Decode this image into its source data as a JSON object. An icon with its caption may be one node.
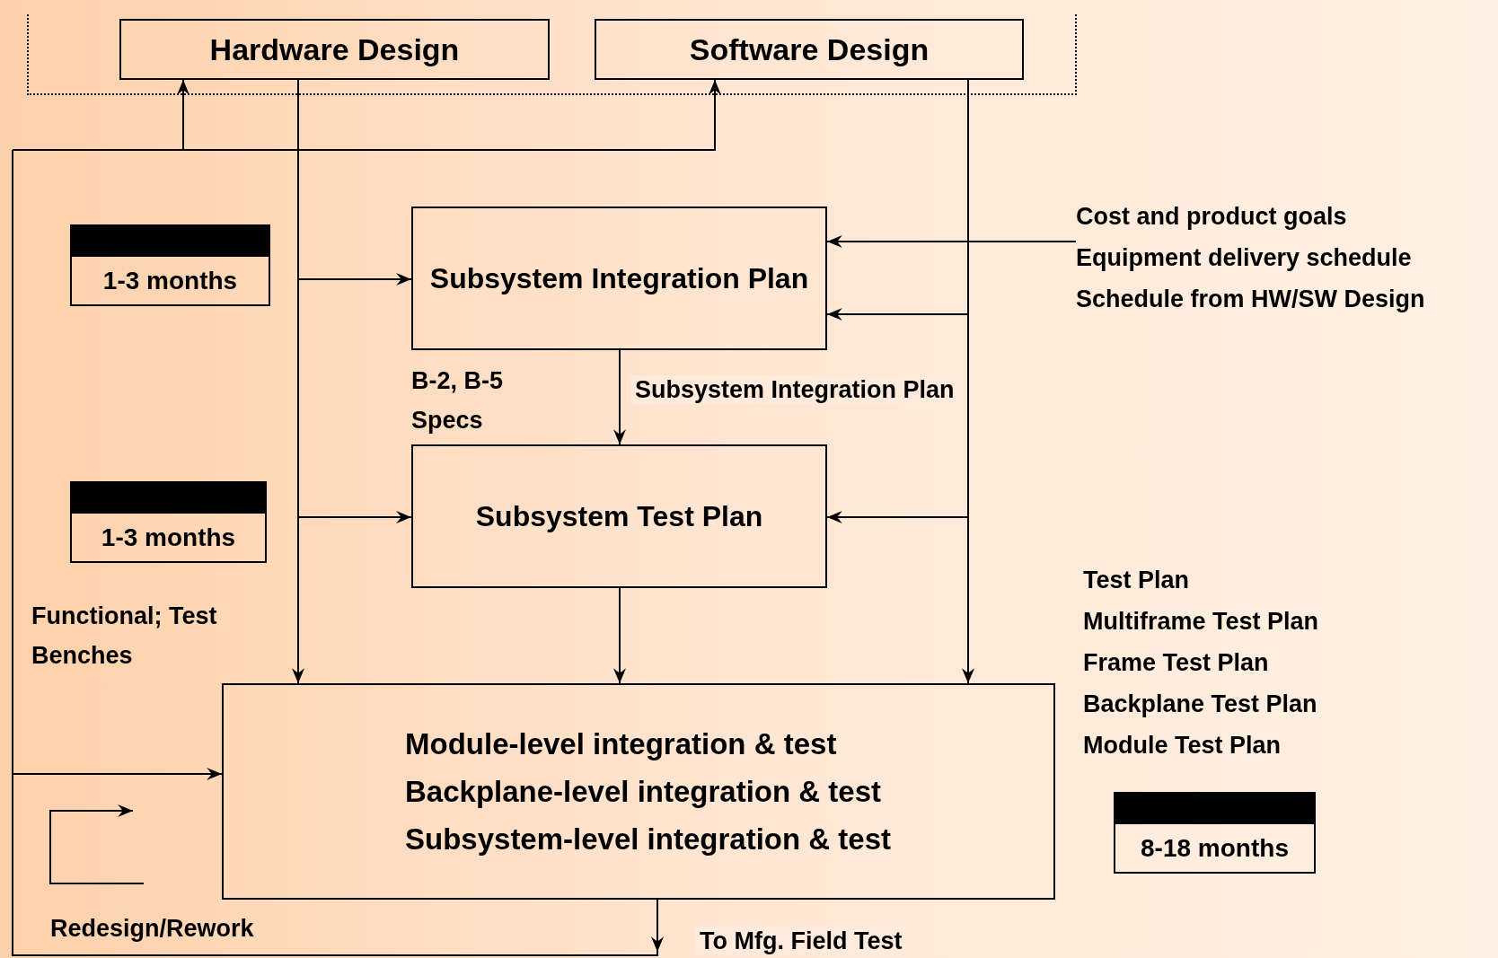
{
  "diagram": {
    "nodes": [
      {
        "text": [],
        "shape": "box"
      },
      {
        "text": [
          "Hardware Design"
        ],
        "in": 0
      },
      {
        "text": [
          "Software Design"
        ],
        "in": 0
      },
      {
        "text": [
          "1-3 months"
        ]
      },
      {
        "text": [
          "Subsystem Integration Plan"
        ]
      },
      {
        "text": [
          "Cost and product goals",
          "Equipment delivery schedule",
          "Schedule from HW/SW Design"
        ]
      },
      {
        "text": [
          "Subsystem Test Plan"
        ]
      },
      {
        "text": [
          "1-3 months"
        ]
      },
      {
        "text": [
          "Module-level integration & test",
          "Backplane-level integration & test",
          "Subsystem-level integration & test"
        ]
      },
      {
        "text": [
          "8-18 months"
        ]
      }
    ],
    "edges": [
      {
        "from": 8,
        "to": 1,
        "arrow": "to"
      },
      {
        "from": 8,
        "to": 2,
        "arrow": "to"
      },
      {
        "from": 8,
        "to": 8,
        "arrow": "to"
      },
      {
        "from": 8,
        "to": null,
        "arrow": "to",
        "label": "To Mfg. Field Test"
      },
      {
        "from": 1,
        "to": 4,
        "arrow": "to"
      },
      {
        "from": 1,
        "to": 6,
        "arrow": "to"
      },
      {
        "from": 1,
        "to": 8,
        "arrow": "to"
      },
      {
        "from": 2,
        "to": 4,
        "arrow": "to"
      },
      {
        "from": 2,
        "to": 6,
        "arrow": "to"
      },
      {
        "from": 2,
        "to": 8,
        "arrow": "to"
      },
      {
        "from": 5,
        "to": 4,
        "arrow": "to"
      },
      {
        "from": 4,
        "to": 6,
        "arrow": "to",
        "label": "Subsystem Integration Plan"
      },
      {
        "from": 6,
        "to": 8,
        "arrow": "to"
      }
    ],
    "labels": [
      "B-2, B-5 Specs",
      "Functional; Test Benches",
      "Test Plan",
      "Multiframe Test Plan",
      "Frame Test Plan",
      "Backplane Test Plan",
      "Module Test Plan",
      "Redesign/Rework"
    ]
  }
}
